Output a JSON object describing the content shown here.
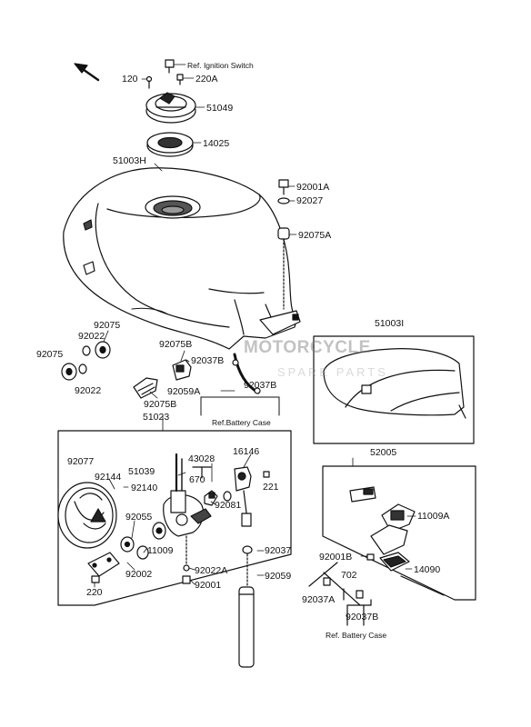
{
  "watermark": {
    "line1": "MOTORCYCLE",
    "line2": "SPARE PARTS",
    "accent": "#d9534f"
  },
  "labels": {
    "ref_ignition": "Ref. Ignition Switch",
    "p120": "120",
    "p220a": "220A",
    "p51049": "51049",
    "p14025": "14025",
    "p51003h": "51003H",
    "p92001a": "92001A",
    "p92027": "92027",
    "p92075a": "92075A",
    "p51003i": "51003I",
    "p92075_r": "92075",
    "p92022_r": "92022",
    "p92075_l": "92075",
    "p92022_l": "92022",
    "p92075b_a": "92075B",
    "p92037b_a": "92037B",
    "p92059a": "92059A",
    "p92037b_b": "92037B",
    "p92075b_b": "92075B",
    "ref_battery_1": "Ref.Battery Case",
    "p51023": "51023",
    "p92077": "92077",
    "p92144": "92144",
    "p51039": "51039",
    "p43028": "43028",
    "p670": "670",
    "p16146": "16146",
    "p92140": "92140",
    "p92081": "92081",
    "p221": "221",
    "p92055": "92055",
    "p11009": "11009",
    "p92002": "92002",
    "p92022a": "92022A",
    "p92001": "92001",
    "p92037": "92037",
    "p92059": "92059",
    "p220": "220",
    "p52005": "52005",
    "p11009a": "11009A",
    "p92001b": "92001B",
    "p14090": "14090",
    "p702": "702",
    "p92037a": "92037A",
    "p92037b_c": "92037B",
    "ref_battery_2": "Ref. Battery Case"
  }
}
